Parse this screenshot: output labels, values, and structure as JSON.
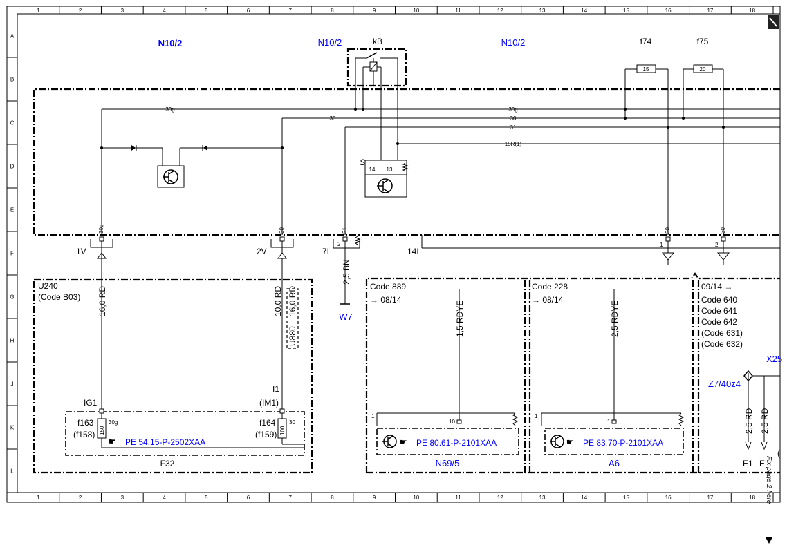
{
  "frame": {
    "columns": [
      "1",
      "2",
      "3",
      "4",
      "5",
      "6",
      "7",
      "8",
      "9",
      "10",
      "11",
      "12",
      "13",
      "14",
      "15",
      "16",
      "17",
      "18"
    ],
    "rows": [
      "A",
      "B",
      "C",
      "D",
      "E",
      "F",
      "G",
      "H",
      "J",
      "K",
      "L"
    ]
  },
  "top_labels": {
    "n10_left": "N10/2",
    "n10_mid": "N10/2",
    "n10_right": "N10/2",
    "kb": "kB",
    "f74": "f74",
    "f75": "f75",
    "f74_value": "15",
    "f75_value": "20"
  },
  "bus_lines": {
    "line_30g": "30g",
    "line_30g_right": "30g",
    "line_30": "30",
    "line_30_right": "30",
    "line_31": "31",
    "line_15r": "15R(1)"
  },
  "relay": {
    "s_label": "S",
    "pin_14": "14",
    "pin_13": "13"
  },
  "connectors": {
    "pin_30g": "30g",
    "pin_30": "30",
    "pin_31": "31",
    "pin_30_f74": "30",
    "pin_30_f75": "30",
    "v1": "1V",
    "v2": "2V",
    "i7": "7I",
    "i14": "14I",
    "pin_2": "2",
    "pin_1_out": "1",
    "pin_2_out": "2"
  },
  "wires": {
    "w_16rd": "16,0 RD",
    "w_10rd": "10,0 RD",
    "w_16rd_b": "16,0 RD",
    "u880": "U880",
    "w_25bn": "2,5 BN",
    "w7": "W7",
    "w_15rdye": "1,5 RDYE",
    "w_25rdye": "2,5 RDYE",
    "w_25rd_a": "2,5 RD",
    "w_25rd_b": "2,5 RD"
  },
  "box_u240": {
    "title": "U240",
    "subtitle": "(Code B03)",
    "ig1": "IG1",
    "i1": "I1",
    "im1": "(IM1)",
    "f163": "f163",
    "f158": "(f158)",
    "f163_value": "150",
    "f163_pin": "30g",
    "f164": "f164",
    "f159": "(f159)",
    "f164_value": "100",
    "f164_pin": "30",
    "ref": "PE 54.15-P-2502XAA",
    "name": "F32"
  },
  "box_889": {
    "code": "Code 889",
    "range": "→ 08/14",
    "pin_1": "1",
    "pin_10": "10",
    "ref": "PE 80.61-P-2101XAA",
    "name": "N69/5"
  },
  "box_228": {
    "code": "Code 228",
    "range": "→ 08/14",
    "pin_1": "1",
    "pin_1b": "1",
    "ref": "PE 83.70-P-2101XAA",
    "name": "A6"
  },
  "box_right": {
    "range": "09/14 →",
    "codes": [
      "Code 640",
      "Code 641",
      "Code 642",
      "(Code 631)",
      "(Code 632)"
    ],
    "x25": "X25",
    "z7": "Z7/40z4",
    "e1": "E1",
    "e2": "E",
    "e3": "("
  },
  "side_note": "Fix page 2 here",
  "colors": {
    "link_blue": "#0000ff",
    "line": "#000000",
    "background": "#ffffff"
  }
}
